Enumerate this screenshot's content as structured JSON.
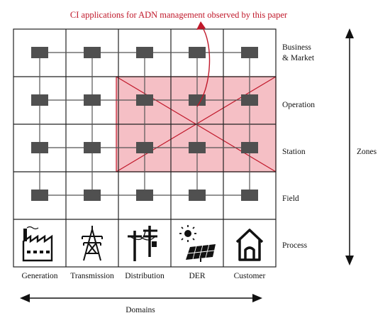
{
  "title": "CI applications for ADN management observed by this paper",
  "colors": {
    "accent": "#c0182a",
    "highlight_fill": "#f2aab1",
    "node": "#505050",
    "grid": "#222222"
  },
  "zones": {
    "rows": [
      "Business\n& Market",
      "Operation",
      "Station",
      "Field",
      "Process"
    ],
    "axis_label": "Zones"
  },
  "domains": {
    "columns": [
      "Generation",
      "Transmission",
      "Distribution",
      "DER",
      "Customer"
    ],
    "axis_label": "Domains"
  },
  "icons": [
    "factory-icon",
    "transmission-tower-icon",
    "utility-pole-icon",
    "solar-panel-icon",
    "house-icon"
  ],
  "highlight": {
    "domains": [
      "Distribution",
      "DER",
      "Customer"
    ],
    "zones": [
      "Operation",
      "Station"
    ]
  }
}
